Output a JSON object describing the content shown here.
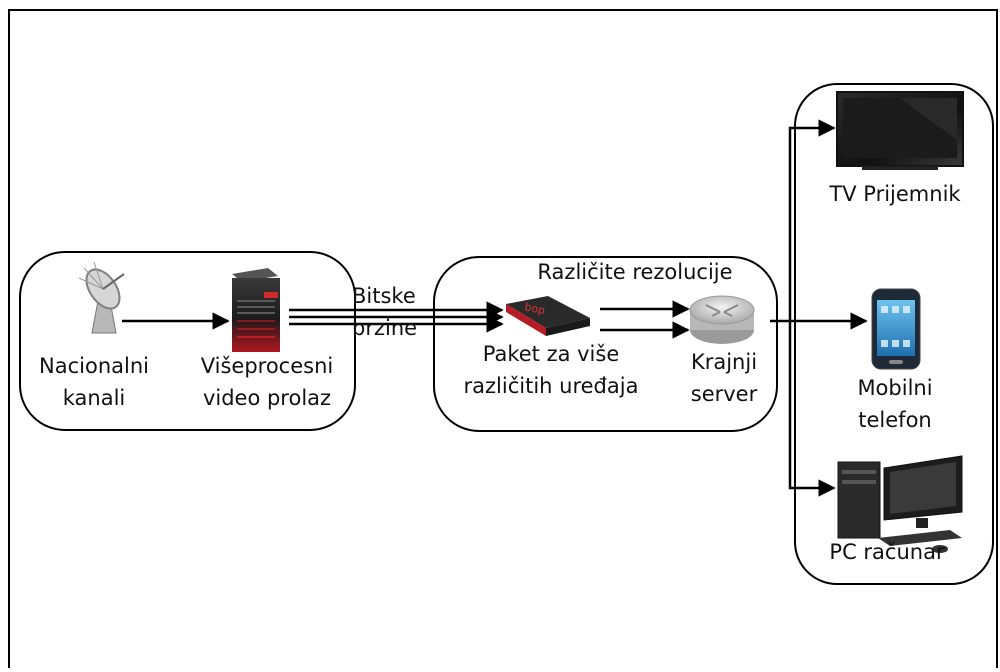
{
  "diagram": {
    "source_group": {
      "satellite_label": [
        "Nacionalni",
        "kanali"
      ],
      "gateway_label": [
        "Višeprocesni",
        "video prolaz"
      ]
    },
    "bitrate_label": [
      "Bitske",
      "brzine"
    ],
    "middle_group": {
      "resolutions_label": "Različite rezolucije",
      "packager_label": [
        "Paket za više",
        "različitih uređaja"
      ],
      "server_label": [
        "Krajnji",
        "server"
      ]
    },
    "devices_group": {
      "tv_label": "TV Prijemnik",
      "mobile_label": [
        "Mobilni",
        "telefon"
      ],
      "pc_label": "PC računar"
    }
  }
}
